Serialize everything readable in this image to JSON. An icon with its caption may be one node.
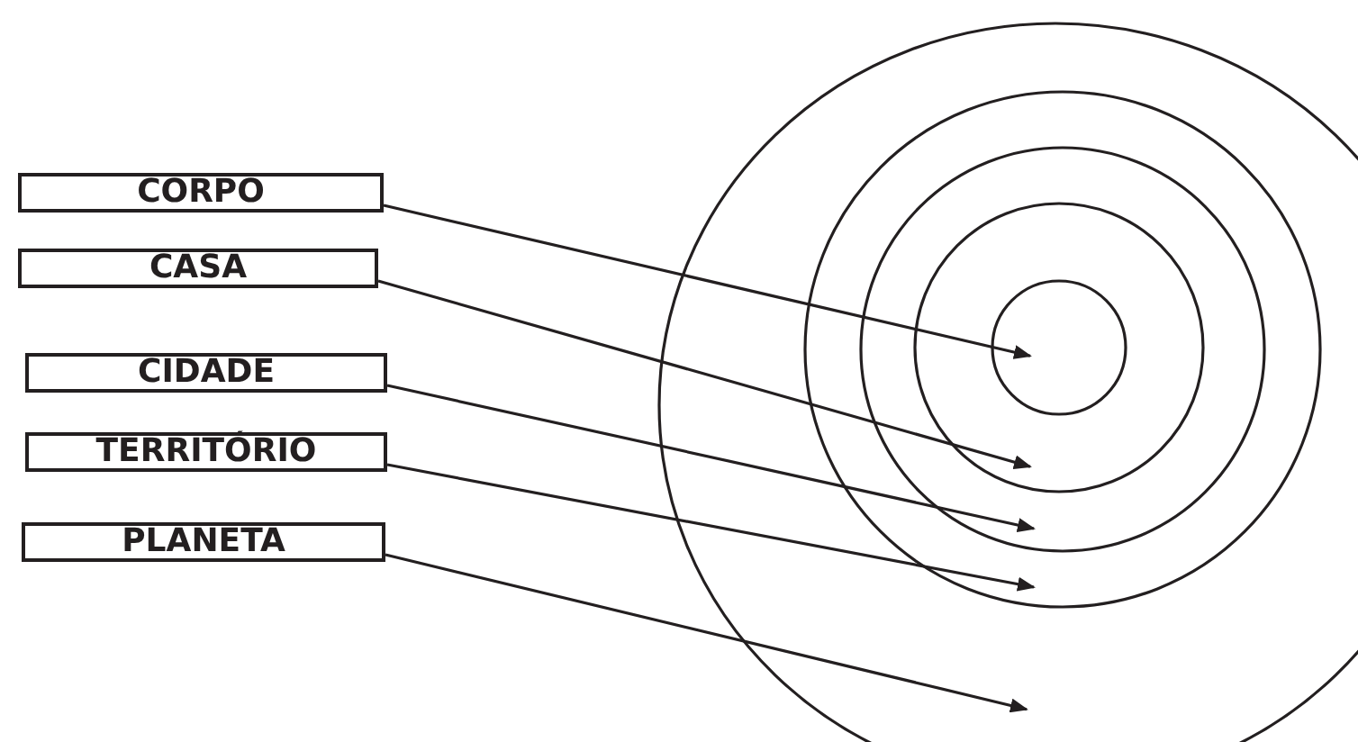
{
  "diagram": {
    "nodes": [
      {
        "text": [
          "CORPO"
        ]
      },
      {
        "text": [
          "CASA"
        ]
      },
      {
        "text": [
          "CIDADE"
        ]
      },
      {
        "text": [
          "TERRITÓRIO"
        ]
      },
      {
        "text": [
          "PLANETA"
        ]
      },
      {
        "text": [],
        "shape": "circle"
      },
      {
        "text": [],
        "shape": "circle",
        "in": 5
      },
      {
        "text": [],
        "shape": "circle",
        "in": 6
      },
      {
        "text": [],
        "shape": "circle",
        "in": 7
      },
      {
        "text": [],
        "shape": "circle",
        "in": 8
      }
    ],
    "edges": [
      {
        "from": 0,
        "to": 9,
        "arrow": "to"
      },
      {
        "from": 1,
        "to": 8,
        "arrow": "to"
      },
      {
        "from": 2,
        "to": 7,
        "arrow": "to"
      },
      {
        "from": 3,
        "to": 6,
        "arrow": "to"
      },
      {
        "from": 4,
        "to": 5,
        "arrow": "to"
      }
    ]
  }
}
